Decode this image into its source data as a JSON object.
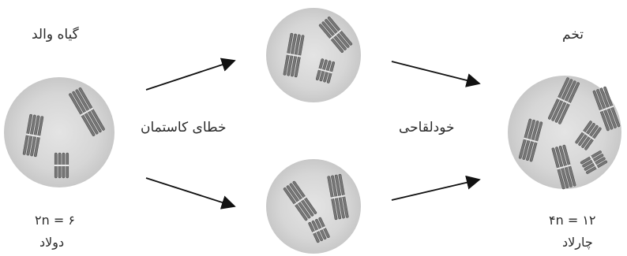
{
  "parent": {
    "title": "گیاه والد",
    "formula": "۲n = ۶",
    "ploidy": "دولاد"
  },
  "error_label": "خطای کاستمان",
  "selfing_label": "خودلقاحی",
  "seed": {
    "title": "تخم",
    "formula": "۴n = ۱۲",
    "ploidy": "چارلاد"
  },
  "colors": {
    "cell": "#d9d9d9",
    "chromosome": "#777777",
    "arrow": "#111111"
  }
}
